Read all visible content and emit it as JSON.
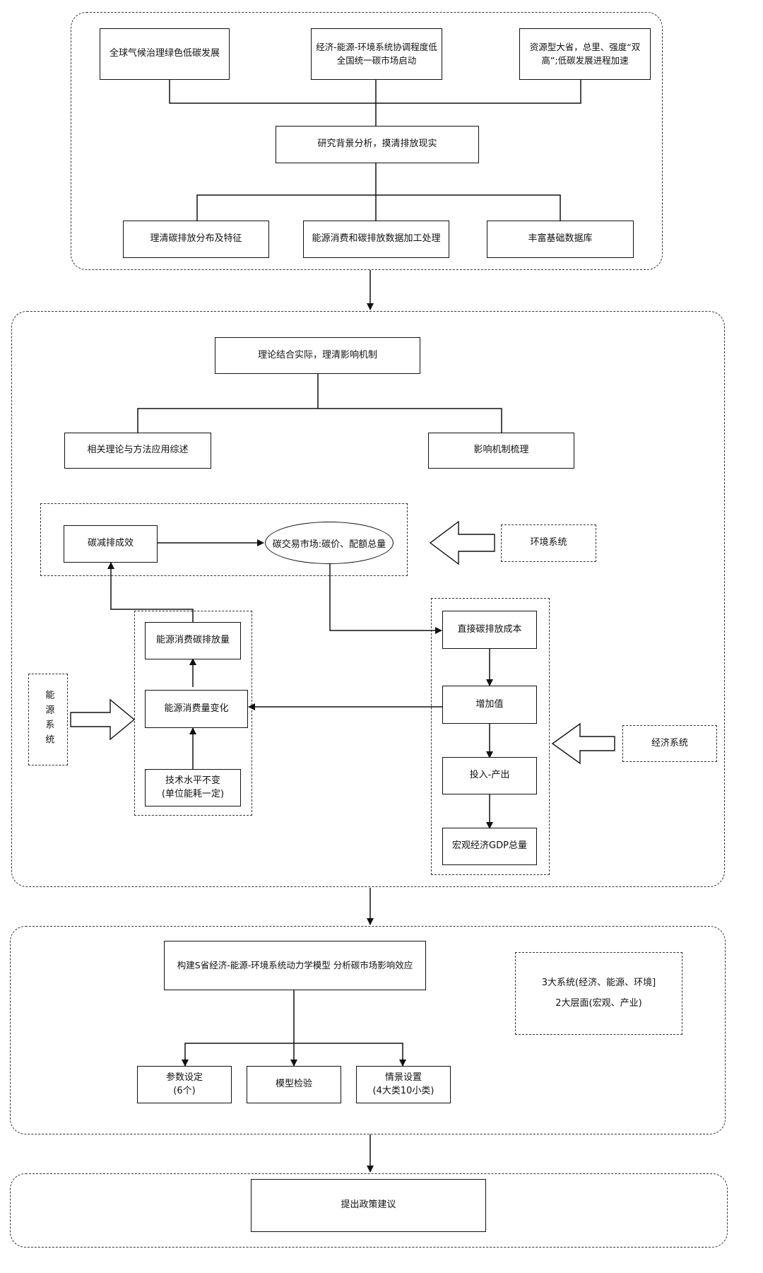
{
  "stage1": {
    "top_left": "全球气候治理绿色低碳发展",
    "top_mid": "经济-能源-环境系统协调程度低\n全国统一碳市场启动",
    "top_right": "资源型大省，总里、强度“双高”;低碳发展进程加速",
    "center": "研究背景分析，摸清排放现实",
    "bottom_left": "理清碳排放分布及特征",
    "bottom_mid": "能源消费和碳排放数据加工处理",
    "bottom_right": "丰富基础数据库"
  },
  "stage2": {
    "top": "理论结合实际，理清影响机制",
    "theory": "相关理论与方法应用综述",
    "mechanism": "影响机制梳理",
    "carbon_reduction": "碳减排成效",
    "carbon_market": "碳交易市场:碳价、配额总量",
    "environment_system": "环境系统",
    "energy_emission": "能源消费碳排放量",
    "energy_change": "能源消费量变化",
    "tech_level": "技术水平不变\n(单位能耗一定)",
    "energy_system": "能源系统",
    "direct_cost": "直接碳排放成本",
    "added_value": "增加值",
    "input_output": "投入-产出",
    "gdp": "宏观经济GDP总量",
    "economic_system": "经济系统"
  },
  "stage3": {
    "model": "构建S省经济-能源-环境系统动力学模型 分析碳市场影响效应",
    "note_line1": "3大系统(经济、能源、环境]",
    "note_line2": "2大层面(宏观、产业)",
    "params": "参数设定\n(6个)",
    "check": "模型检验",
    "scenario": "情景设置\n(4大类10小类)"
  },
  "stage4": {
    "policy": "提出政策建议"
  },
  "colors": {
    "line": "#111111",
    "background": "#ffffff"
  }
}
